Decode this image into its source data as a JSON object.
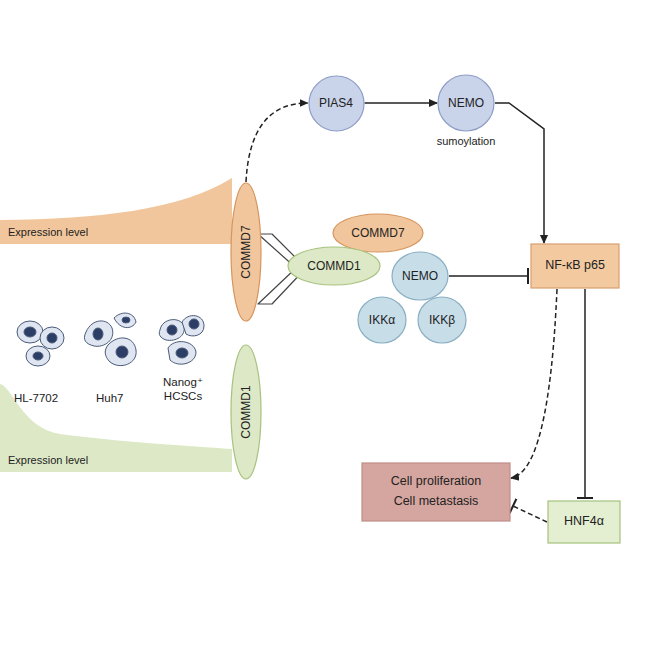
{
  "diagram": {
    "nodes": [
      {
        "text": [
          "COMMD7"
        ]
      },
      {
        "text": [
          "PIAS4"
        ]
      },
      {
        "text": [
          "NEMO",
          "sumoylation"
        ]
      },
      {
        "text": [
          "COMMD7"
        ]
      },
      {
        "text": [
          "COMMD1"
        ]
      },
      {
        "text": [
          "NEMO"
        ]
      },
      {
        "text": [
          "IKKα"
        ]
      },
      {
        "text": [
          "IKKβ"
        ]
      },
      {
        "text": [
          "NF-κB p65"
        ]
      },
      {
        "text": [
          "COMMD1"
        ]
      },
      {
        "text": [
          "Cell proliferation",
          "Cell metastasis"
        ]
      },
      {
        "text": [
          "HNF4α"
        ]
      }
    ],
    "edges": [
      {
        "from": 0,
        "to": 1,
        "arrow": "to"
      },
      {
        "from": 1,
        "to": 2,
        "arrow": "to"
      },
      {
        "from": 2,
        "to": 8,
        "arrow": "to"
      },
      {
        "from": 5,
        "to": 8,
        "arrow": "to"
      },
      {
        "from": 8,
        "to": 11,
        "arrow": "to"
      },
      {
        "from": 8,
        "to": 10,
        "arrow": "to"
      },
      {
        "from": 11,
        "to": 10,
        "arrow": "to"
      }
    ],
    "labels": [
      "Expression level",
      "HL-7702",
      "Huh7",
      "Nanog⁺ HCSCs",
      "Expression level"
    ]
  }
}
